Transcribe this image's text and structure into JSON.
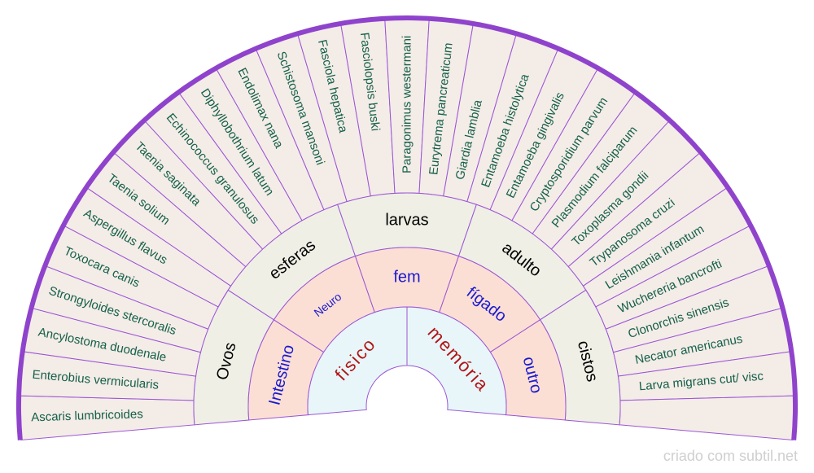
{
  "outer_ring": [
    "Ascaris lumbricoides",
    "Enterobius vermicularis",
    "Ancylostoma duodenale",
    "Strongyloides stercoralis",
    "Toxocara canis",
    "Aspergillus flavus",
    "Taenia solium",
    "Taenia saginata",
    "Echinococcus granulosus",
    "Diphyllobothrium latum",
    "Endolimax nana",
    "Schistosoma mansoni",
    "Fasciola hepatica",
    "Fasciolopsis buski",
    "Paragonimus westermani",
    "Eurytrema pancreaticum",
    "Giardia lamblia",
    "Entamoeba histolytica",
    "Entamoeba gingivalis",
    "Cryptosporidium parvum",
    "Plasmodium falciparum",
    "Toxoplasma gondii",
    "Trypanosoma cruzi",
    "Leishmania infantum",
    "Wuchereria bancrofti",
    "Clonorchis sinensis",
    "Necator americanus",
    "Larva migrans cut/ visc",
    ""
  ],
  "ring3": [
    "Ovos",
    "esferas",
    "larvas",
    "adulto",
    "cistos"
  ],
  "ring2": [
    "Intestino",
    "Neuro",
    "fem",
    "fígado",
    "outro"
  ],
  "ring1": [
    "fisico",
    "memória"
  ],
  "footer": "criado com subtil.net",
  "colors": {
    "outer_fill": "#f4ece7",
    "ring3_fill": "#efefe5",
    "ring2_fill": "#fcdfd4",
    "ring1_fill": "#e8f6fa",
    "line": "#9b55d6",
    "border": "#8f43cc",
    "outer_text": "#14604a",
    "ring3_text": "#000000",
    "ring2_text": "#1a1ad0",
    "ring1_text": "#b01414"
  }
}
